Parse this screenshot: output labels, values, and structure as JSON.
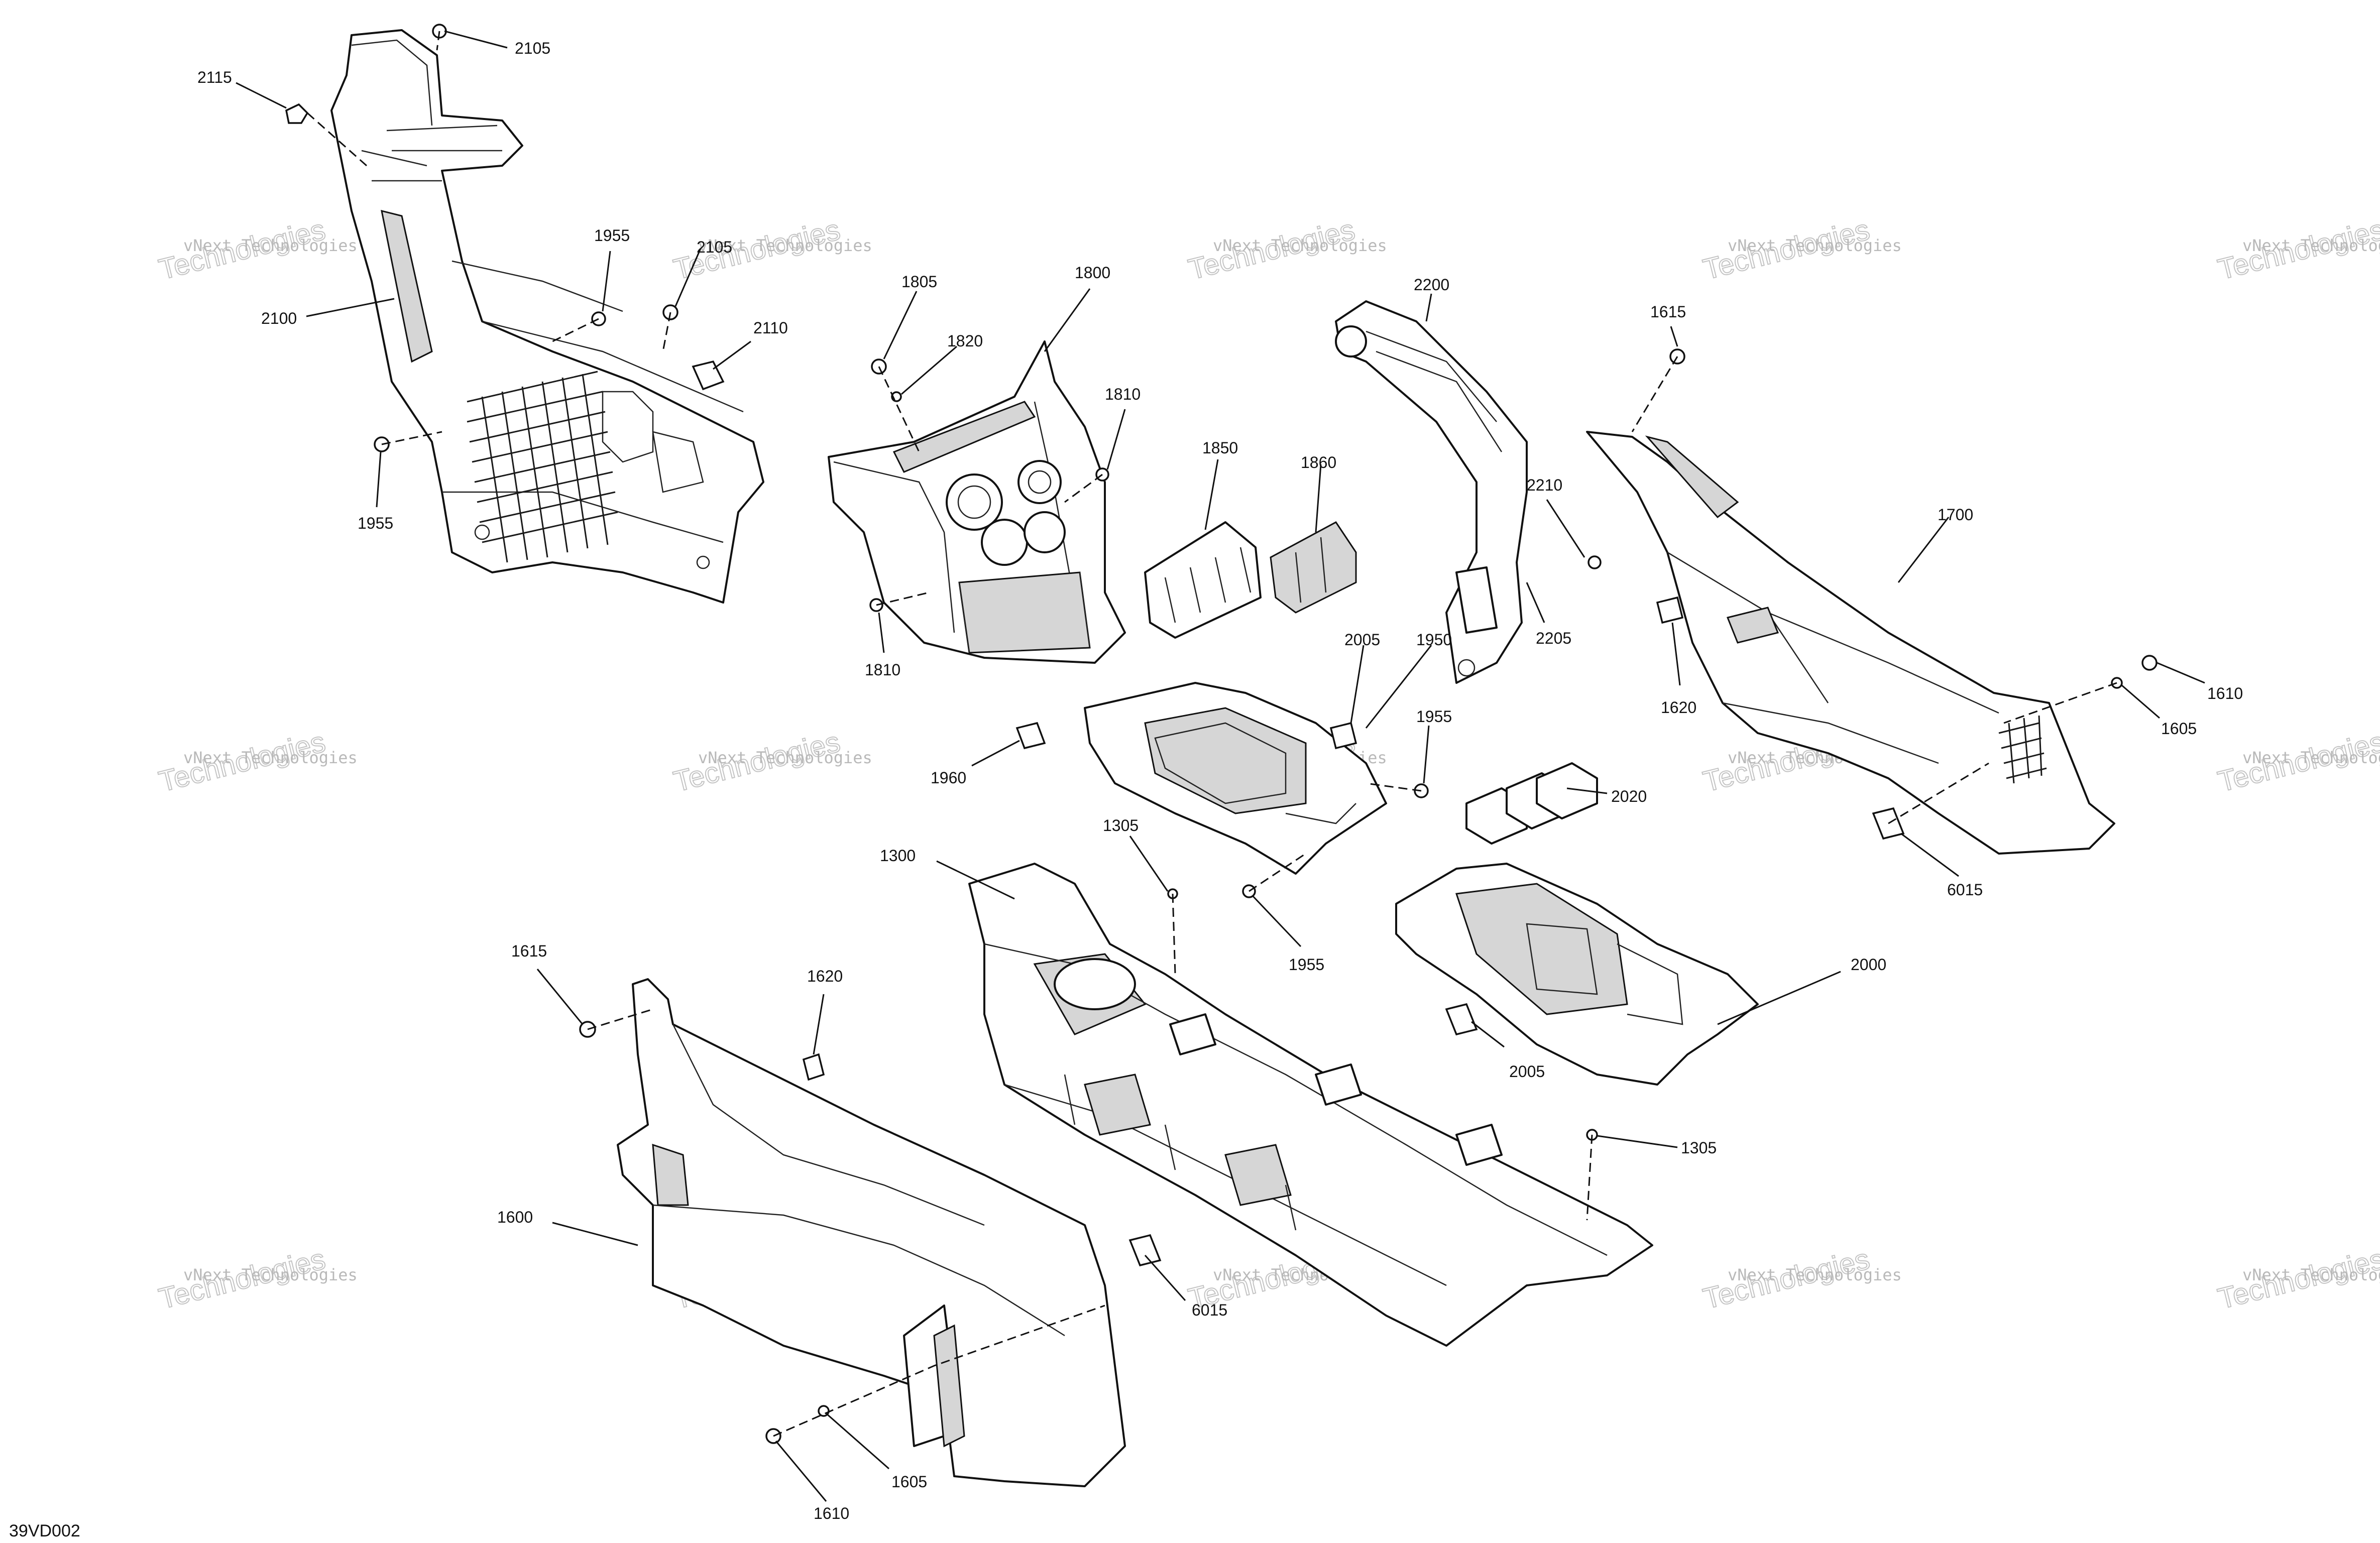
{
  "drawing": {
    "reference": "39VD002",
    "watermark_line1": "vNext Technologies",
    "watermark_line2": "Technologies"
  },
  "callouts": [
    {
      "id": "c2105a",
      "label": "2105"
    },
    {
      "id": "c2115",
      "label": "2115"
    },
    {
      "id": "c1955a",
      "label": "1955"
    },
    {
      "id": "c2105b",
      "label": "2105"
    },
    {
      "id": "c2100",
      "label": "2100"
    },
    {
      "id": "c2110",
      "label": "2110"
    },
    {
      "id": "c1955b",
      "label": "1955"
    },
    {
      "id": "c1805",
      "label": "1805"
    },
    {
      "id": "c1800",
      "label": "1800"
    },
    {
      "id": "c1820",
      "label": "1820"
    },
    {
      "id": "c1810a",
      "label": "1810"
    },
    {
      "id": "c1850",
      "label": "1850"
    },
    {
      "id": "c1860",
      "label": "1860"
    },
    {
      "id": "c1810b",
      "label": "1810"
    },
    {
      "id": "c2200",
      "label": "2200"
    },
    {
      "id": "c2210",
      "label": "2210"
    },
    {
      "id": "c2205",
      "label": "2205"
    },
    {
      "id": "c1615a",
      "label": "1615"
    },
    {
      "id": "c1700",
      "label": "1700"
    },
    {
      "id": "c1620a",
      "label": "1620"
    },
    {
      "id": "c1610a",
      "label": "1610"
    },
    {
      "id": "c1605a",
      "label": "1605"
    },
    {
      "id": "c1950",
      "label": "1950"
    },
    {
      "id": "c2005a",
      "label": "2005"
    },
    {
      "id": "c1960",
      "label": "1960"
    },
    {
      "id": "c1955c",
      "label": "1955"
    },
    {
      "id": "c2020",
      "label": "2020"
    },
    {
      "id": "c6015a",
      "label": "6015"
    },
    {
      "id": "c1305a",
      "label": "1305"
    },
    {
      "id": "c1300",
      "label": "1300"
    },
    {
      "id": "c1955d",
      "label": "1955"
    },
    {
      "id": "c2000",
      "label": "2000"
    },
    {
      "id": "c1615b",
      "label": "1615"
    },
    {
      "id": "c1620b",
      "label": "1620"
    },
    {
      "id": "c2005b",
      "label": "2005"
    },
    {
      "id": "c1305b",
      "label": "1305"
    },
    {
      "id": "c1600",
      "label": "1600"
    },
    {
      "id": "c6015b",
      "label": "6015"
    },
    {
      "id": "c1605b",
      "label": "1605"
    },
    {
      "id": "c1610b",
      "label": "1610"
    }
  ]
}
